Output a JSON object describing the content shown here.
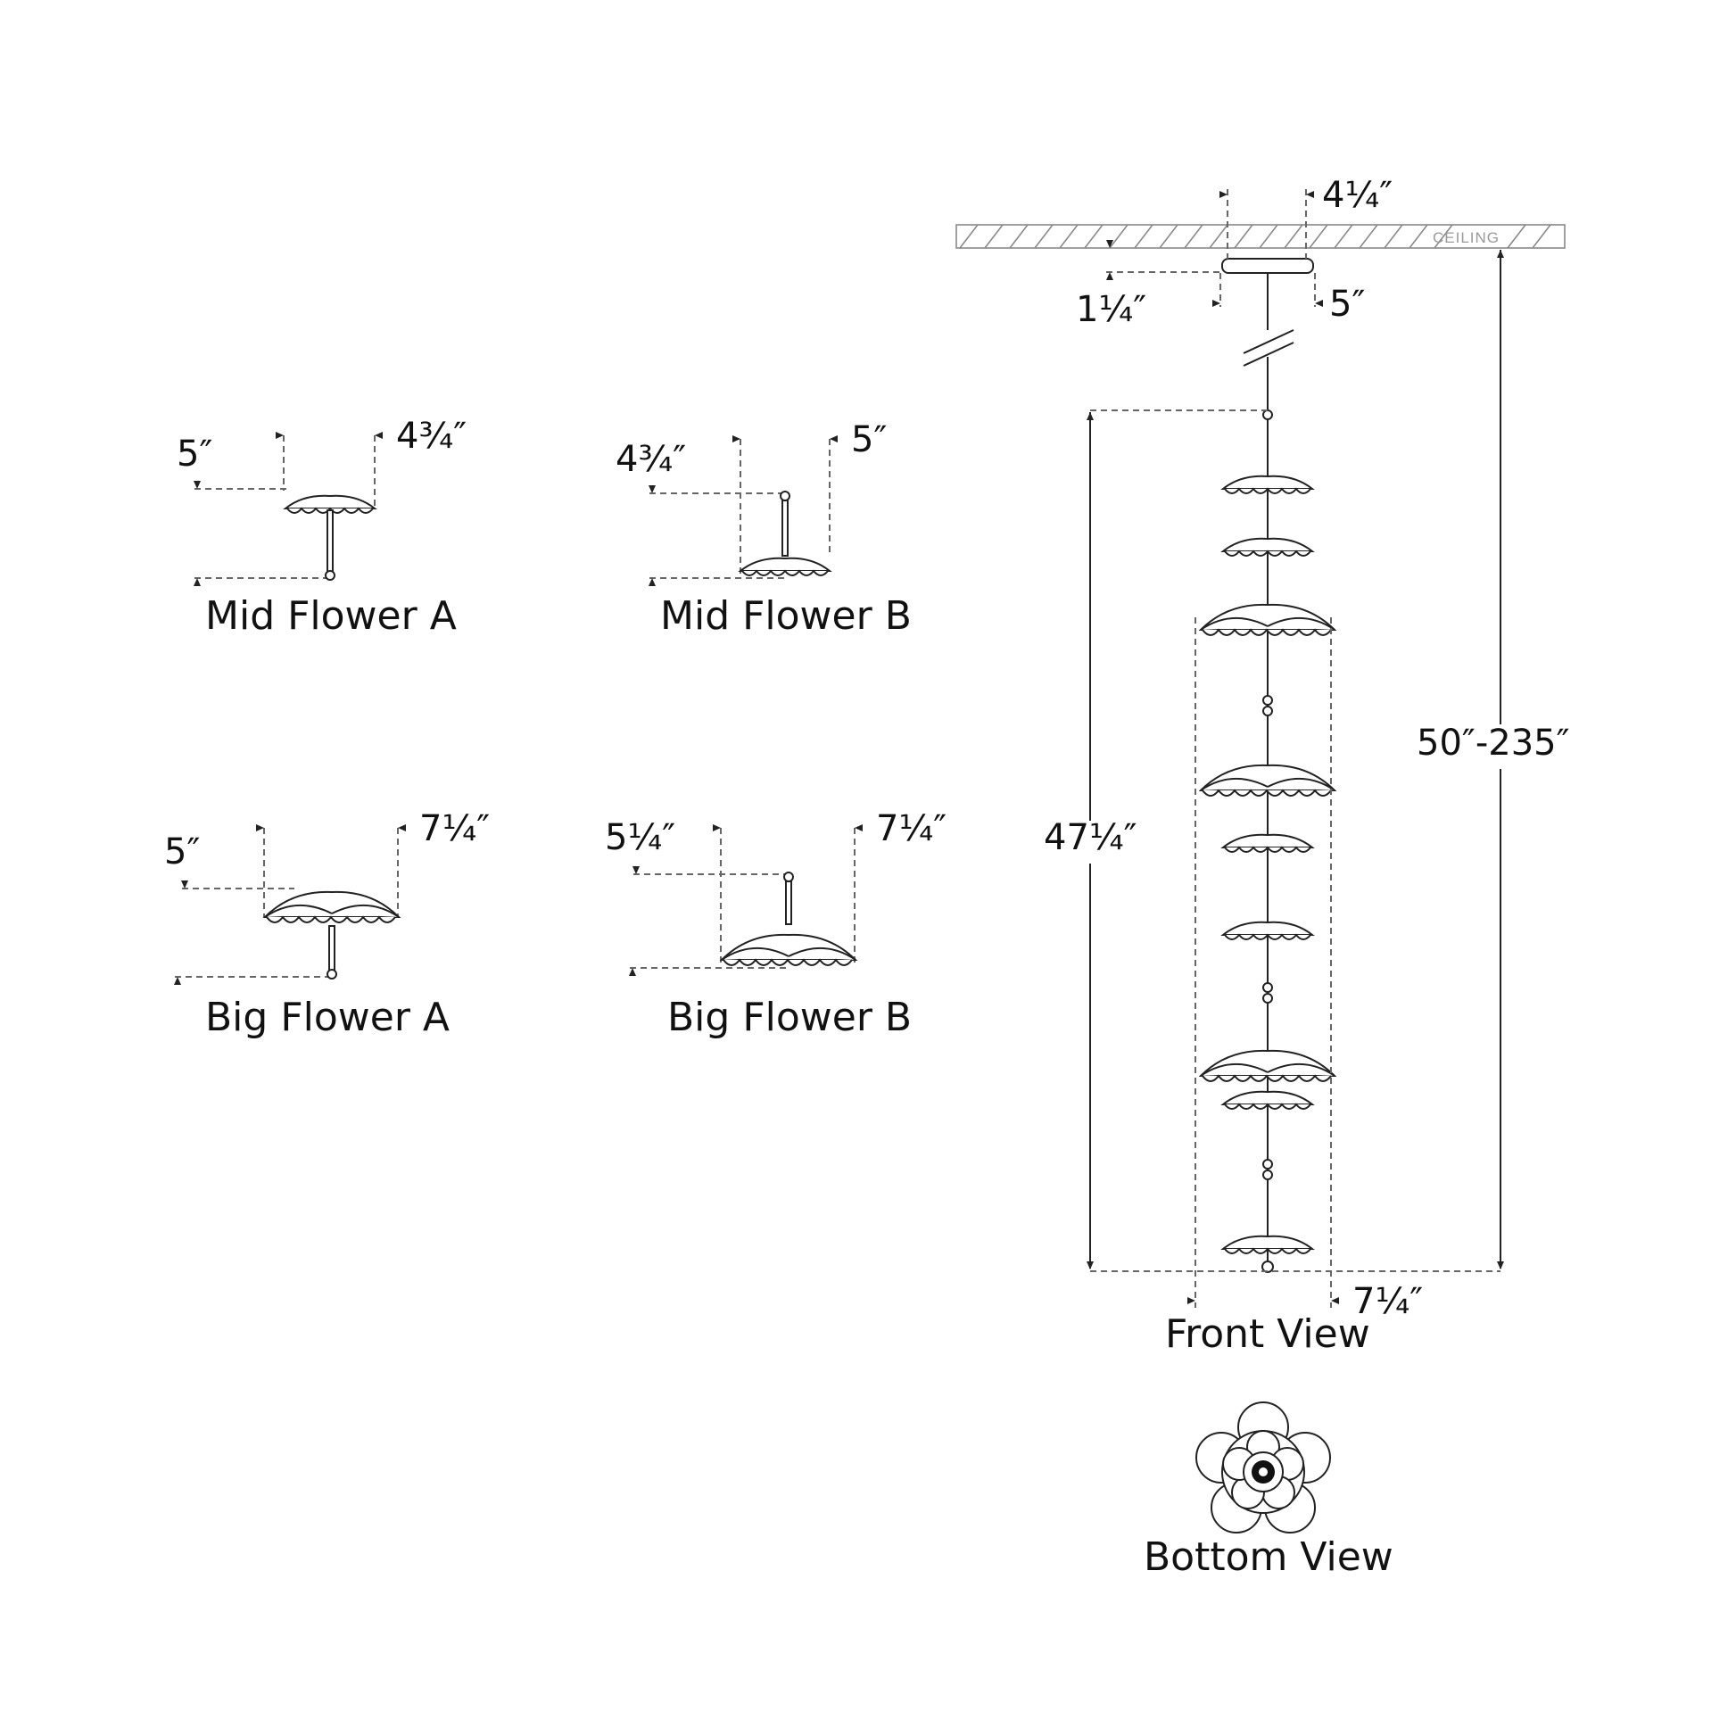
{
  "ceiling_label": "CEILING",
  "front_view": {
    "caption": "Front View",
    "dims": {
      "canopy_width": "4¼″",
      "canopy_height": "1¼″",
      "canopy_offset": "5″",
      "fixture_height": "47¼″",
      "overall_height": "50″-235″",
      "fixture_width": "7¼″"
    }
  },
  "bottom_view": {
    "caption": "Bottom View"
  },
  "components": [
    {
      "caption": "Mid Flower A",
      "height": "5″",
      "width": "4¾″"
    },
    {
      "caption": "Mid Flower B",
      "height": "4¾″",
      "width": "5″"
    },
    {
      "caption": "Big Flower A",
      "height": "5″",
      "width": "7¼″"
    },
    {
      "caption": "Big Flower B",
      "height": "5¼″",
      "width": "7¼″"
    }
  ]
}
